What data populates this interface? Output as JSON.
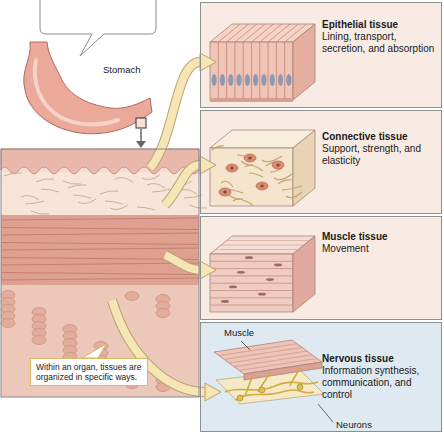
{
  "diagram": {
    "nodes": [
      {
        "text": [
          "Epithelial tissue",
          "Lining, transport, secretion, and absorption"
        ]
      },
      {
        "text": [
          "Connective tissue",
          "Support, strength, and elasticity"
        ]
      },
      {
        "text": [
          "Muscle tissue",
          "Movement"
        ]
      },
      {
        "text": [
          "Nervous tissue",
          "Information synthesis, communication, and control"
        ]
      },
      {
        "text": [
          "Within an organ, tissues are organized in specific ways."
        ]
      }
    ],
    "labels": [
      "Stomach",
      "Muscle",
      "Neurons"
    ]
  }
}
